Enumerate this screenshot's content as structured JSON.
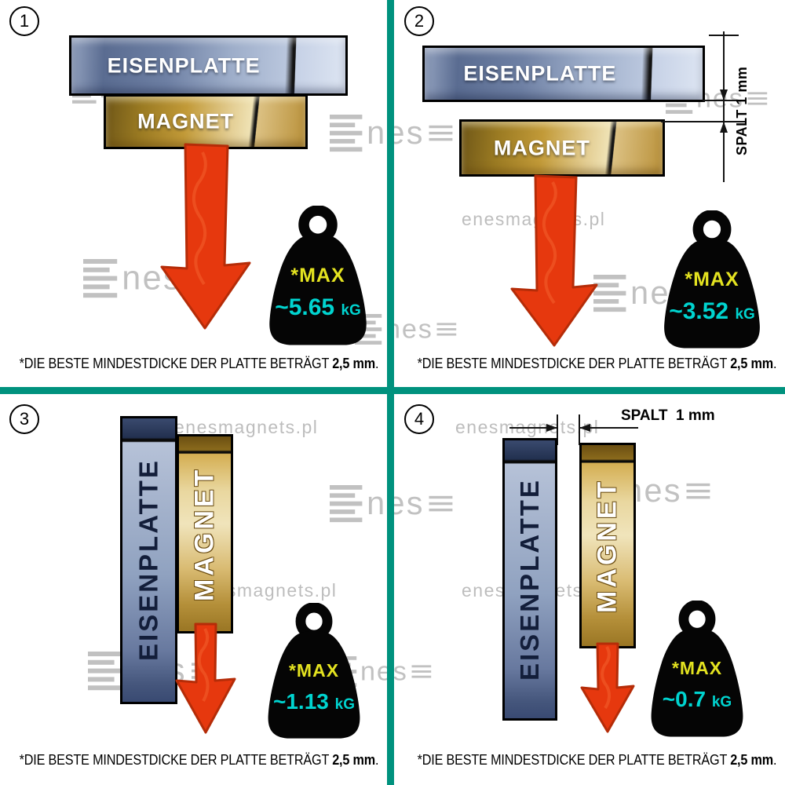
{
  "colors": {
    "divider": "#00927e",
    "arrow": "#e6380e",
    "max_label": "#e4e320",
    "value": "#00d4d0",
    "watermark": "#b2b2b2"
  },
  "watermark": {
    "site": "enesmagnets.pl",
    "logo_suffix": "nes"
  },
  "panels": [
    {
      "number": "1",
      "plate_label": "EISENPLATTE",
      "magnet_label": "MAGNET",
      "weight": {
        "max_label": "*MAX",
        "value": "~5.65",
        "unit": "kG"
      },
      "footnote": {
        "text": "*DIE BESTE MINDESTDICKE DER PLATTE BETRÄGT",
        "bold": "2,5 mm",
        "suffix": "."
      }
    },
    {
      "number": "2",
      "plate_label": "EISENPLATTE",
      "magnet_label": "MAGNET",
      "spalt_label": "SPALT 1 mm",
      "weight": {
        "max_label": "*MAX",
        "value": "~3.52",
        "unit": "kG"
      },
      "footnote": {
        "text": "*DIE BESTE MINDESTDICKE DER PLATTE BETRÄGT",
        "bold": "2,5 mm",
        "suffix": "."
      }
    },
    {
      "number": "3",
      "plate_label": "EISENPLATTE",
      "magnet_label": "MAGNET",
      "weight": {
        "max_label": "*MAX",
        "value": "~1.13",
        "unit": "kG"
      },
      "footnote": {
        "text": "*DIE BESTE MINDESTDICKE DER PLATTE BETRÄGT",
        "bold": "2,5 mm",
        "suffix": "."
      }
    },
    {
      "number": "4",
      "plate_label": "EISENPLATTE",
      "magnet_label": "MAGNET",
      "spalt_label": "SPALT  1 mm",
      "weight": {
        "max_label": "*MAX",
        "value": "~0.7",
        "unit": "kG"
      },
      "footnote": {
        "text": "*DIE BESTE MINDESTDICKE DER PLATTE BETRÄGT",
        "bold": "2,5 mm",
        "suffix": "."
      }
    }
  ]
}
